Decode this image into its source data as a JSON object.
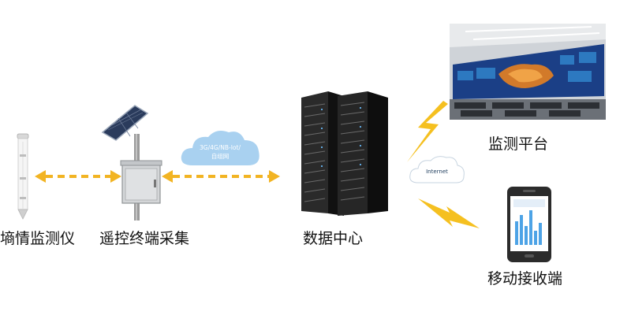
{
  "labels": {
    "sensor": "墒情监测仪",
    "collector": "遥控终端采集",
    "datacenter": "数据中心",
    "platform": "监测平台",
    "mobile": "移动接收端"
  },
  "network": {
    "cloud_line1": "3G/4G/NB-Iot/",
    "cloud_line2": "自组网",
    "internet": "Internet"
  },
  "colors": {
    "arrow": "#f2b423",
    "lightning": "#f5c020",
    "cloud": "#a9d1f0",
    "server": "#1a1a1a",
    "screen": "#1b3f86"
  }
}
